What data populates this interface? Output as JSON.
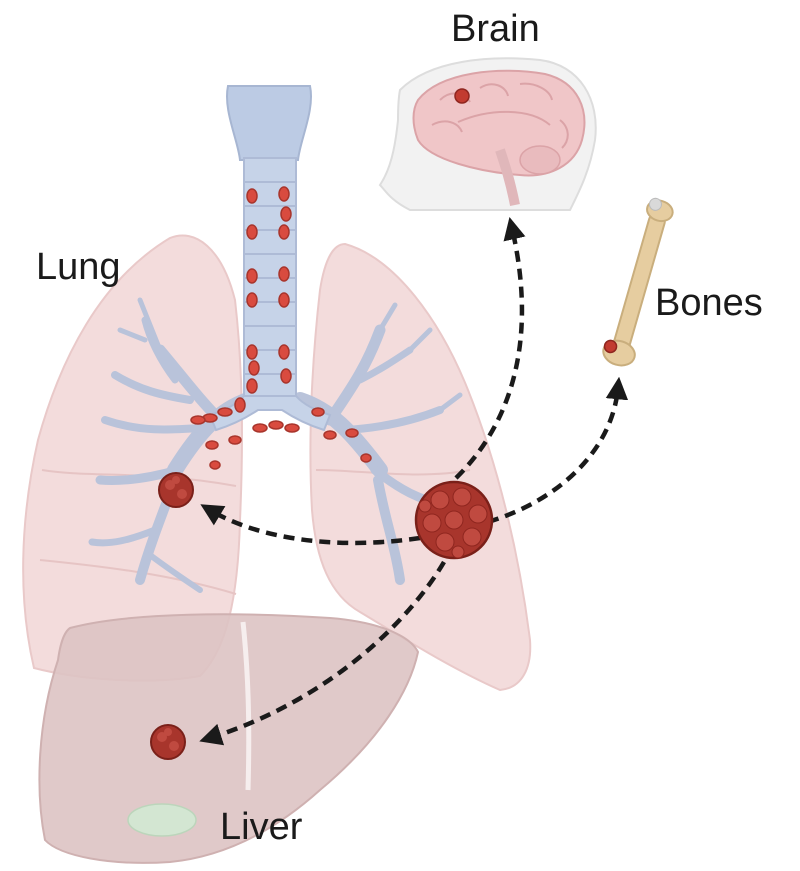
{
  "labels": {
    "brain": "Brain",
    "lung": "Lung",
    "bones": "Bones",
    "liver": "Liver"
  },
  "colors": {
    "tumor": "#a8352c",
    "tumor_dark": "#7a2019",
    "lung_tissue": "#f3dcdc",
    "airway": "#b9c3da",
    "trachea": "#c6d3e8",
    "liver": "#ddc3c3",
    "brain": "#f0c6c8",
    "bone": "#e6cda0",
    "gallbladder": "#d3e6d2",
    "arrow": "#1a1a1a"
  },
  "icons": [
    "lung-icon",
    "trachea-icon",
    "brain-icon",
    "bone-icon",
    "liver-icon",
    "primary-tumor-icon"
  ]
}
